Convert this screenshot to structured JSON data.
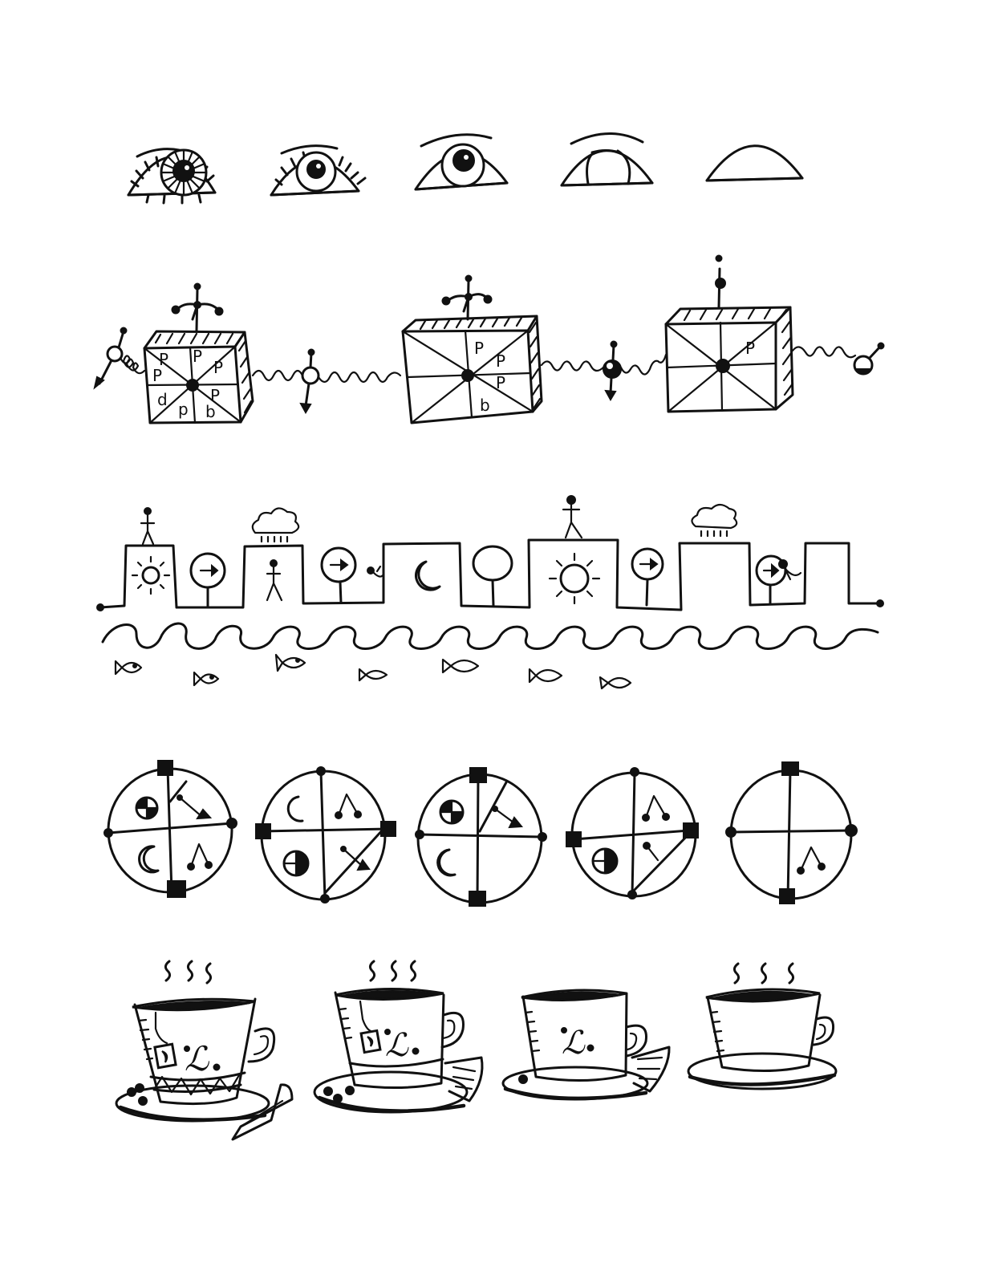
{
  "page": {
    "background": "#ffffff",
    "ink": "#111111"
  },
  "rows": [
    {
      "name": "eye-sequence",
      "icon": "eye-icon",
      "count": 5
    },
    {
      "name": "box-chain",
      "icon": "cube-icon",
      "count": 3
    },
    {
      "name": "skyline-and-waves",
      "icon": "building-icon",
      "fish_count": 7
    },
    {
      "name": "circle-sequence",
      "icon": "quartered-circle-icon",
      "count": 5
    },
    {
      "name": "teacup-sequence",
      "icon": "teacup-icon",
      "count": 4
    }
  ]
}
